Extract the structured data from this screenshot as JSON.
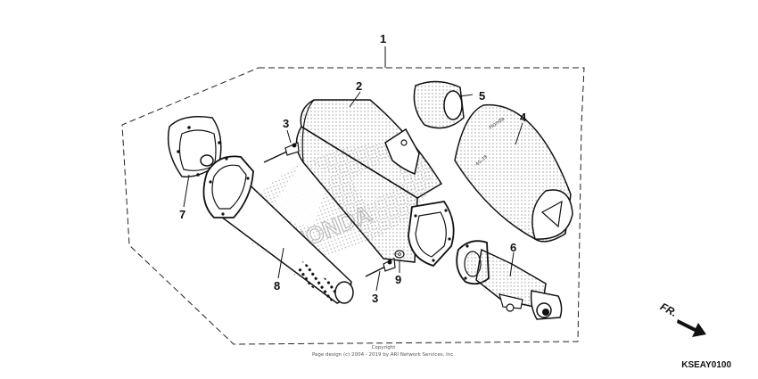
{
  "callouts": {
    "c1": "1",
    "c2": "2",
    "c3a": "3",
    "c3b": "3",
    "c4": "4",
    "c5": "5",
    "c6": "6",
    "c7": "7",
    "c8": "8",
    "c9": "9"
  },
  "direction_label": "FR.",
  "diagram_code": "KSEAY0100",
  "copyright": {
    "line1": "Copyright",
    "line2": "Page design (c) 2004 - 2019 by ARI Network Services, Inc."
  },
  "watermark": "HONDA"
}
